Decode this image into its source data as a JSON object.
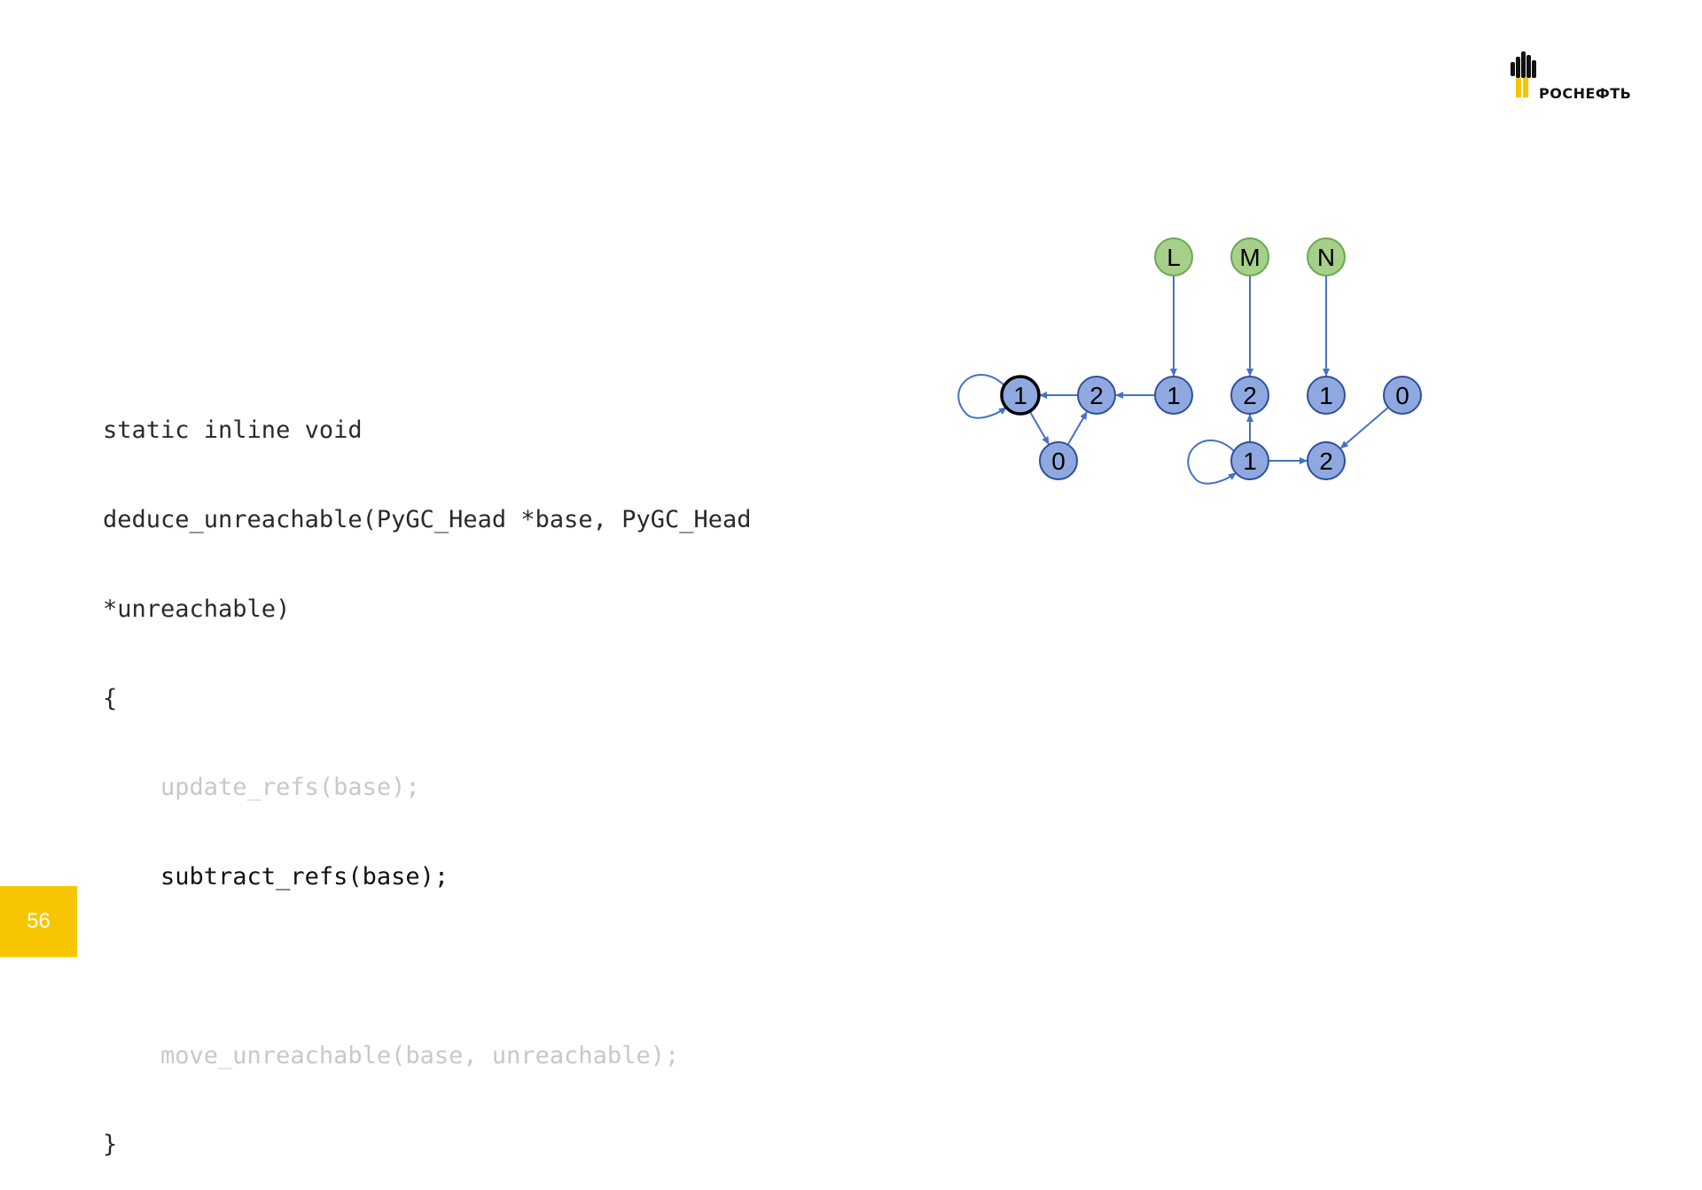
{
  "brand": {
    "logo_text": "РОСНЕФТЬ",
    "logo_icon": "rosneft-emblem",
    "accent_color": "#f7c600"
  },
  "code": {
    "lines": [
      "static inline void",
      "deduce_unreachable(PyGC_Head *base, PyGC_Head",
      "*unreachable)",
      "{",
      "    update_refs(base);",
      "    subtract_refs(base);",
      "",
      "    move_unreachable(base, unreachable);",
      "}"
    ],
    "dimmed_lines": [
      4,
      7
    ],
    "highlighted_line": 5
  },
  "diagram": {
    "colors": {
      "object_fill": "#8fa9e0",
      "object_stroke": "#2f4f9b",
      "root_fill": "#a6d08a",
      "root_stroke": "#6aa84f",
      "edge": "#4472c4",
      "current_stroke": "#000000"
    },
    "nodes": [
      {
        "id": "L",
        "label": "L",
        "kind": "root"
      },
      {
        "id": "M",
        "label": "M",
        "kind": "root"
      },
      {
        "id": "N",
        "label": "N",
        "kind": "root"
      },
      {
        "id": "a",
        "label": "1",
        "kind": "object",
        "current": true
      },
      {
        "id": "b",
        "label": "2",
        "kind": "object"
      },
      {
        "id": "c",
        "label": "1",
        "kind": "object"
      },
      {
        "id": "d",
        "label": "2",
        "kind": "object"
      },
      {
        "id": "e",
        "label": "1",
        "kind": "object"
      },
      {
        "id": "f",
        "label": "0",
        "kind": "object"
      },
      {
        "id": "g",
        "label": "0",
        "kind": "object"
      },
      {
        "id": "h",
        "label": "1",
        "kind": "object"
      },
      {
        "id": "i",
        "label": "2",
        "kind": "object"
      }
    ],
    "edges": [
      {
        "from": "L",
        "to": "c"
      },
      {
        "from": "M",
        "to": "d"
      },
      {
        "from": "N",
        "to": "e"
      },
      {
        "from": "c",
        "to": "b"
      },
      {
        "from": "b",
        "to": "a"
      },
      {
        "from": "a",
        "to": "g"
      },
      {
        "from": "g",
        "to": "b"
      },
      {
        "from": "a",
        "to": "a"
      },
      {
        "from": "h",
        "to": "d"
      },
      {
        "from": "h",
        "to": "i"
      },
      {
        "from": "f",
        "to": "i"
      },
      {
        "from": "h",
        "to": "h"
      }
    ]
  },
  "page_number": "56"
}
